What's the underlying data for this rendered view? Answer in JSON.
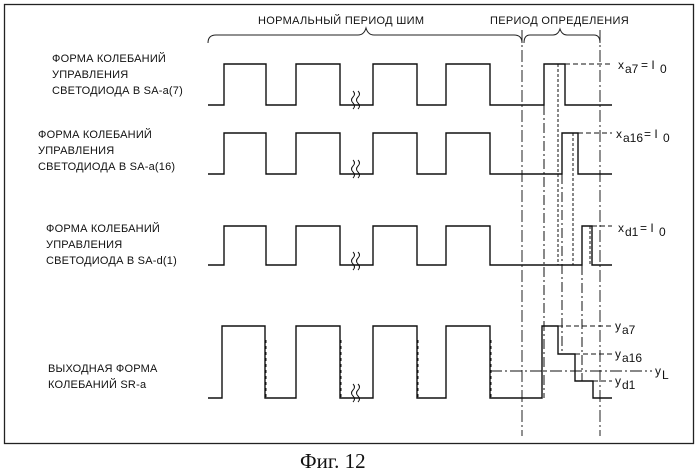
{
  "header": {
    "normal_period": "НОРМАЛЬНЫЙ ПЕРИОД ШИМ",
    "detection_period": "ПЕРИОД ОПРЕДЕЛЕНИЯ"
  },
  "rows": [
    {
      "lines": [
        "ФОРМА КОЛЕБАНИЙ",
        "УПРАВЛЕНИЯ",
        "СВЕТОДИОДА В SA-a(7)"
      ],
      "annotation": "x_a7 = I_0"
    },
    {
      "lines": [
        "ФОРМА КОЛЕБАНИЙ",
        "УПРАВЛЕНИЯ",
        "СВЕТОДИОДА В SA-a(16)"
      ],
      "annotation": "x_a16 = I_0"
    },
    {
      "lines": [
        "ФОРМА КОЛЕБАНИЙ",
        "УПРАВЛЕНИЯ",
        "СВЕТОДИОДА В SA-d(1)"
      ],
      "annotation": "x_d1 = I_0"
    },
    {
      "lines": [
        "ВЫХОДНАЯ ФОРМА",
        "КОЛЕБАНИЙ SR-a"
      ],
      "annotation": ""
    }
  ],
  "output_levels": {
    "y_a7": "y_a7",
    "y_a16": "y_a16",
    "y_d1": "y_d1",
    "y_L": "y_L"
  },
  "caption": "Фиг. 12"
}
